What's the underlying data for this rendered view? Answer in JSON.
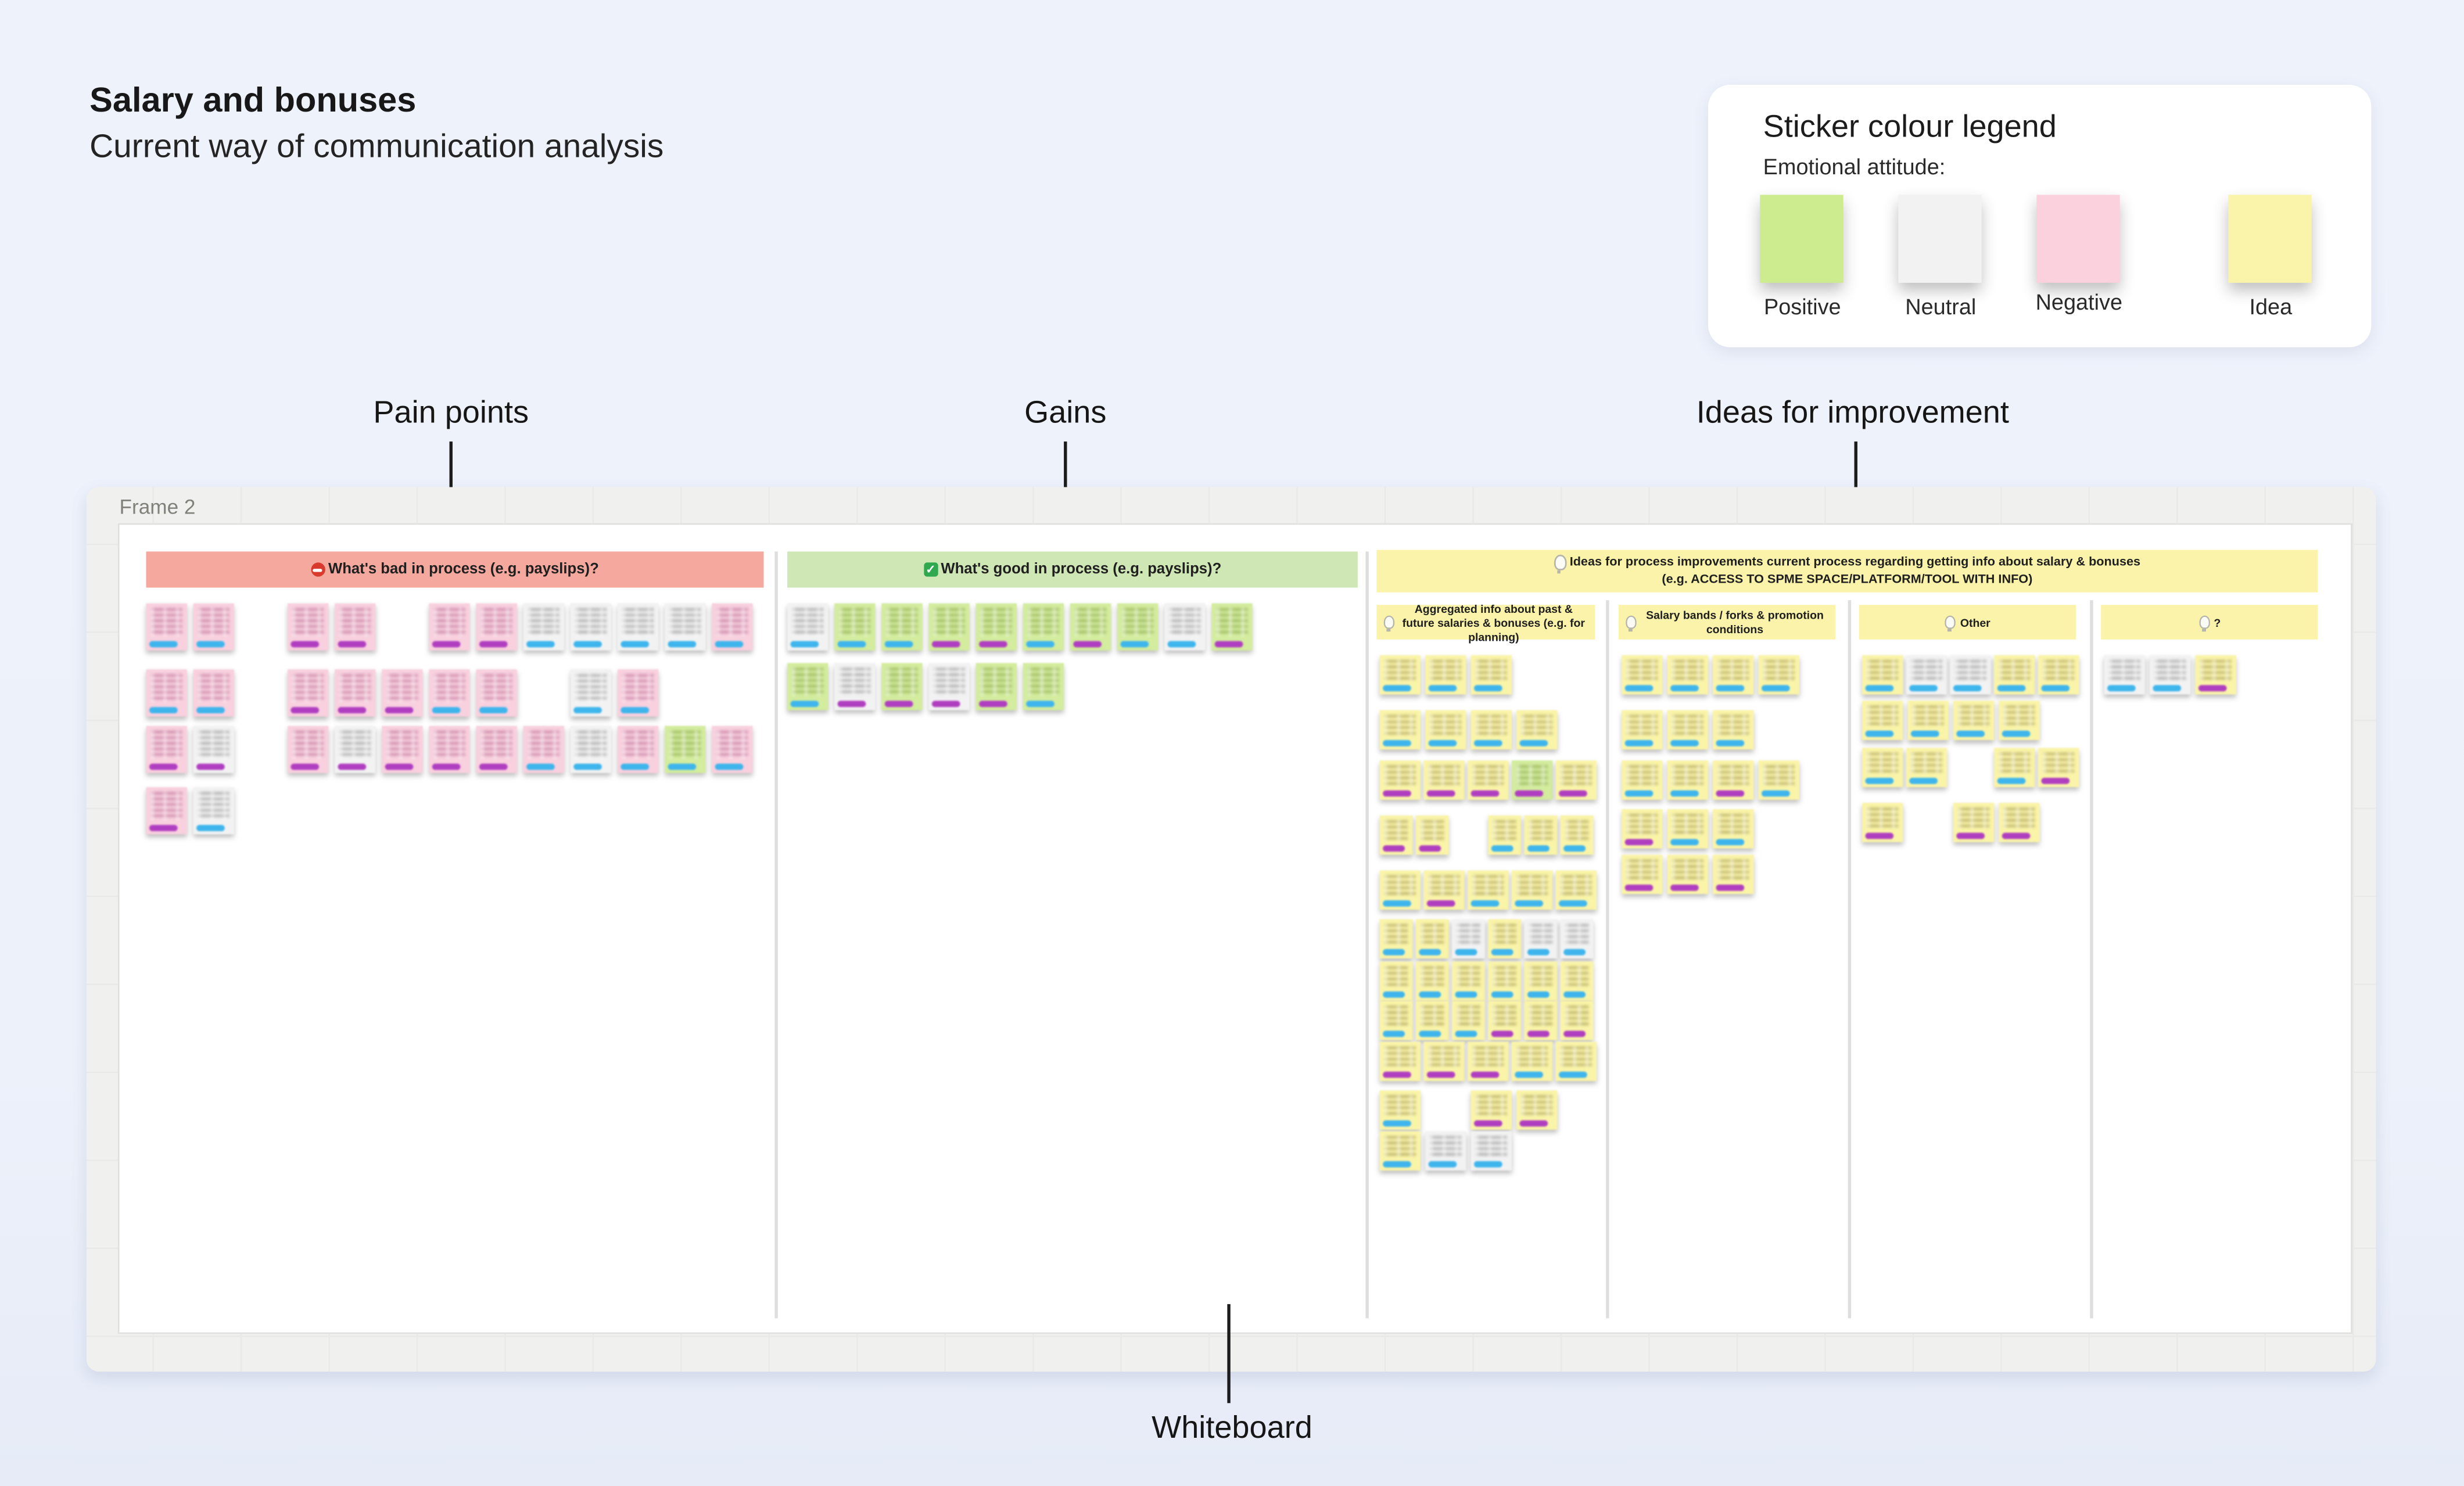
{
  "page": {
    "title": "Salary and bonuses",
    "subtitle": "Current way of communication analysis"
  },
  "legend": {
    "title": "Sticker colour legend",
    "subtitle": "Emotional attitude:",
    "items": [
      {
        "label": "Positive",
        "color": "#cdeb8f"
      },
      {
        "label": "Neutral",
        "color": "#f2f2f2"
      },
      {
        "label": "Negative",
        "color": "#fbd1de"
      },
      {
        "label": "Idea",
        "color": "#f9f4a9"
      }
    ]
  },
  "annotations": {
    "pain_points": "Pain points",
    "gains": "Gains",
    "ideas": "Ideas for improvement",
    "whiteboard": "Whiteboard"
  },
  "frame": {
    "label": "Frame 2"
  },
  "board": {
    "palette": {
      "note_pink": "#f8d0de",
      "note_neutral": "#f2f2f2",
      "note_green": "#d3ec9e",
      "note_yellow": "#faf4a8",
      "tag_blue": "#3eb5ec",
      "tag_magenta": "#b03ec0",
      "header_bad_bg": "#f5a89e",
      "header_good_bg": "#cfe7b4",
      "header_ideas_bg": "#faf3a9"
    },
    "token_legend": {
      "P": "pink negative note",
      "N": "neutral note",
      "G": "green positive note",
      "Y": "yellow idea note",
      "b": "blue tag",
      "m": "magenta tag",
      "S": "empty slot"
    },
    "columns": {
      "bad": {
        "header": "What's bad in process (e.g. payslips)?"
      },
      "good": {
        "header": "What's good in process (e.g. payslips)?"
      },
      "ideas": {
        "header_line1": "Ideas for process improvements current process regarding getting info about salary & bonuses",
        "header_line2": "(e.g. ACCESS TO SPME SPACE/PLATFORM/TOOL WITH INFO)",
        "subcolumns": [
          {
            "label": "Aggregated info about past & future salaries & bonuses (e.g. for planning)"
          },
          {
            "label": "Salary bands / forks & promotion conditions"
          },
          {
            "label": "Other"
          },
          {
            "label": "?"
          }
        ]
      }
    },
    "notes": {
      "bad": [
        [
          "P/b",
          "P/b",
          "S",
          "P/m",
          "P/m",
          "S",
          "P/m",
          "P/m",
          "N/b",
          "N/b",
          "N/b",
          "N/b",
          "P/b"
        ],
        [
          "P/b",
          "P/b",
          "S",
          "P/m",
          "P/m",
          "P/m",
          "P/b",
          "P/b",
          "S",
          "N/b",
          "P/b"
        ],
        [
          "P/m",
          "N/m",
          "S",
          "P/m",
          "N/m",
          "P/m",
          "P/m",
          "P/m",
          "P/b",
          "N/b",
          "P/b",
          "G/b",
          "P/b"
        ],
        [
          "P/m",
          "N/b"
        ]
      ],
      "good": [
        [
          "N/b",
          "G/b",
          "G/b",
          "G/m",
          "G/m",
          "G/b",
          "G/m",
          "G/b",
          "N/b",
          "G/m"
        ],
        [
          "G/b",
          "N/m",
          "G/m",
          "N/m",
          "G/m",
          "G/b"
        ]
      ],
      "ideas1": [
        [
          "Y/b",
          "Y/b",
          "Y/b"
        ],
        [
          "Y/b",
          "Y/b",
          "Y/b",
          "Y/b"
        ],
        [
          "Y/m",
          "Y/m",
          "Y/m",
          "G/m",
          "Y/m"
        ],
        [
          "Y/m",
          "Y/m",
          "S",
          "Y/b",
          "Y/b",
          "Y/b"
        ],
        [
          "Y/b",
          "Y/m",
          "Y/b",
          "Y/b",
          "Y/b"
        ],
        [
          "Y/b",
          "Y/b",
          "N/b",
          "Y/b",
          "N/b",
          "N/b"
        ],
        [
          "Y/b",
          "Y/b",
          "Y/b",
          "Y/b",
          "Y/b",
          "Y/b"
        ],
        [
          "Y/b",
          "Y/b",
          "Y/b",
          "Y/m",
          "Y/m",
          "Y/m"
        ],
        [
          "Y/m",
          "Y/m",
          "Y/m",
          "Y/b",
          "Y/b"
        ],
        [
          "Y/b",
          "S",
          "Y/m",
          "Y/m"
        ],
        [
          "Y/b",
          "N/b",
          "N/b"
        ]
      ],
      "ideas2": [
        [
          "Y/b",
          "Y/b",
          "Y/b",
          "Y/b"
        ],
        [
          "Y/b",
          "Y/b",
          "Y/b"
        ],
        [
          "Y/b",
          "Y/b",
          "Y/m",
          "Y/b"
        ],
        [
          "Y/m",
          "Y/b",
          "Y/b"
        ],
        [
          "Y/m",
          "Y/m",
          "Y/m"
        ]
      ],
      "ideas3": [
        [
          "Y/b",
          "N/b",
          "N/b",
          "Y/b",
          "Y/b"
        ],
        [
          "Y/b",
          "Y/b",
          "Y/b",
          "Y/b"
        ],
        [
          "Y/b",
          "Y/b",
          "S",
          "Y/b",
          "Y/m"
        ],
        [
          "Y/m",
          "S",
          "Y/m",
          "Y/m"
        ]
      ],
      "ideas4": [
        [
          "N/b",
          "N/b",
          "Y/m"
        ]
      ]
    }
  }
}
